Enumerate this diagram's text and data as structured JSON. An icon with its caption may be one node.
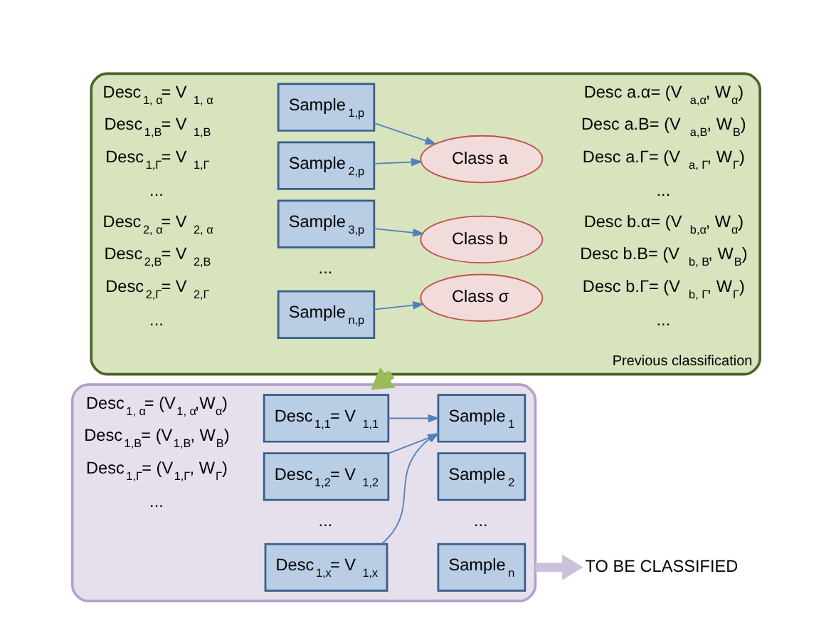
{
  "diagram": {
    "nodes": [
      {
        "text": [
          "Previous classification"
        ]
      },
      {
        "text": [
          "Sample$_{1,p}$"
        ],
        "in": 0
      },
      {
        "text": [
          "Sample$_{2,p}$"
        ],
        "in": 0
      },
      {
        "text": [
          "Sample$_{3,p}$"
        ],
        "in": 0
      },
      {
        "text": [
          "Sample$_{n,p}$"
        ],
        "in": 0
      },
      {
        "text": [
          "Class a"
        ],
        "in": 0
      },
      {
        "text": [
          "Class b"
        ],
        "in": 0
      },
      {
        "text": [
          "Class σ"
        ],
        "in": 0
      },
      {
        "text": [],
        "shape": "box"
      },
      {
        "text": [
          "Desc$_{1,1}$= V $_{1,1}$"
        ],
        "in": 8
      },
      {
        "text": [
          "Desc$_{1,2}$= V $_{1,2}$"
        ],
        "in": 8
      },
      {
        "text": [
          "Desc$_{1,x}$= V $_{1,x}$"
        ],
        "in": 8
      },
      {
        "text": [
          "Sample$_{1}$"
        ],
        "in": 8
      },
      {
        "text": [
          "Sample$_{2}$"
        ],
        "in": 8
      },
      {
        "text": [
          "Sample$_{n}$"
        ],
        "in": 8
      },
      {
        "text": [
          "TO BE CLASSIFIED"
        ]
      }
    ],
    "edges": [
      {
        "from": 1,
        "to": 5,
        "arrow": "to"
      },
      {
        "from": 2,
        "to": 5,
        "arrow": "to"
      },
      {
        "from": 3,
        "to": 6,
        "arrow": "to"
      },
      {
        "from": 4,
        "to": 7,
        "arrow": "to"
      },
      {
        "from": 0,
        "to": 8,
        "arrow": "to",
        "style": "thick",
        "color": "#9bbb59"
      },
      {
        "from": 9,
        "to": 12,
        "arrow": "to"
      },
      {
        "from": 10,
        "to": 12,
        "arrow": "to"
      },
      {
        "from": 11,
        "to": 12,
        "arrow": "to"
      },
      {
        "from": 8,
        "to": 15,
        "arrow": "to",
        "style": "thick",
        "color": "#ccc1da"
      }
    ],
    "labels": [
      "Desc$_{1, α}$= V $_{1, α}$",
      "Desc$_{1,B}$= V $_{1,B}$",
      "Desc$_{1,Γ}$= V $_{1,Γ}$",
      "...",
      "Desc$_{2, α}$= V $_{2, α}$",
      "Desc$_{2,B}$= V $_{2,B}$",
      "Desc$_{2,Γ}$= V $_{2,Γ}$",
      "...",
      "...",
      "Desc a.α= (V $_{a,α}$, W$_{α}$)",
      "Desc a.B= (V $_{a,B}$, W$_{B}$)",
      "Desc a.Γ= (V $_{a, Γ}$, W$_{Γ}$)",
      "...",
      "Desc b.α= (V $_{b,α}$, W$_{α}$)",
      "Desc b.B= (V $_{b, B}$, W$_{B}$)",
      "Desc b.Γ= (V $_{b, Γ}$, W$_{Γ}$)",
      "...",
      "Desc$_{1, α}$= (V$_{1, α}$,W$_{α}$)",
      "Desc$_{1,B}$= (V$_{1,B}$, W$_{B}$)",
      "Desc$_{1,Γ}$= (V$_{1,Γ}$, W$_{Γ}$)",
      "...",
      "...",
      "..."
    ]
  }
}
